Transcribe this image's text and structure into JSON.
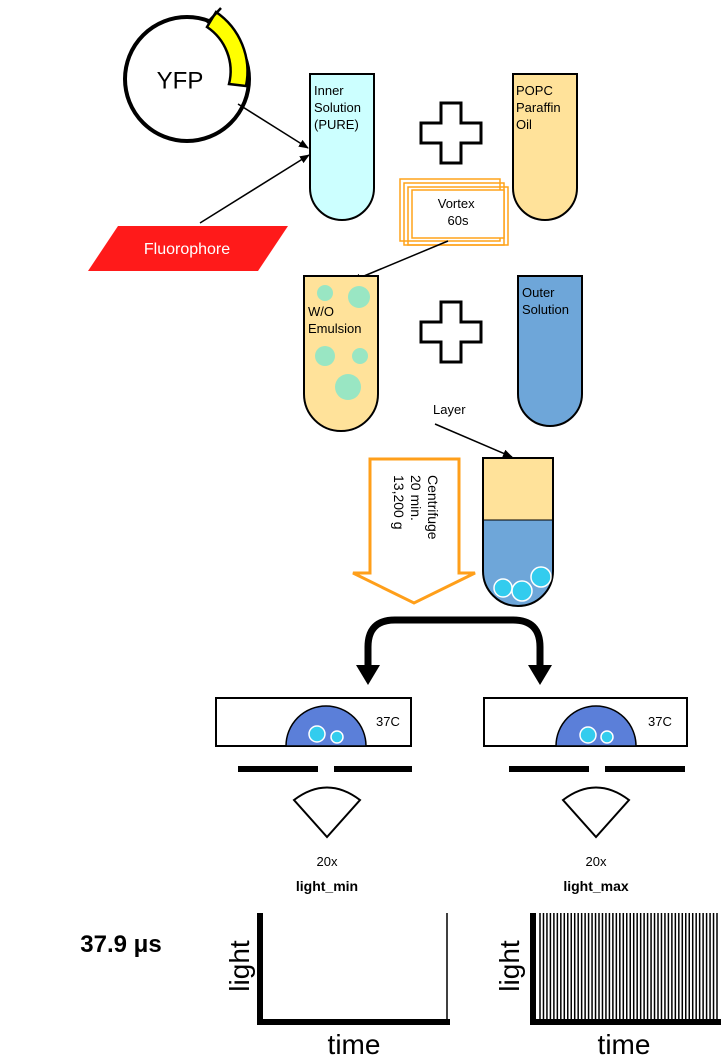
{
  "plasmid": {
    "label": "YFP",
    "insert_color": "#ffff00"
  },
  "fluorophore": {
    "label": "Fluorophore",
    "color": "#ff1a1a"
  },
  "tubes": {
    "inner": {
      "lines": [
        "Inner",
        "Solution",
        "(PURE)"
      ],
      "color": "#ccffff"
    },
    "oil": {
      "lines": [
        "POPC",
        "Paraffin",
        "Oil"
      ],
      "color": "#ffe29a"
    },
    "emulsion": {
      "lines": [
        "W/O",
        "Emulsion"
      ],
      "color": "#ffe29a",
      "droplet_color": "#99e6c3"
    },
    "outer": {
      "lines": [
        "Outer",
        "Solution"
      ],
      "color": "#6ea6d9"
    },
    "layered": {
      "top_color": "#ffe29a",
      "bottom_color": "#6ea6d9",
      "droplet_color": "#33ccee"
    }
  },
  "vortex": {
    "lines": [
      "Vortex",
      "60s"
    ],
    "color": "#ffa31a"
  },
  "layer_label": "Layer",
  "centrifuge": {
    "lines": [
      "Centrifuge",
      "20 min.",
      "13,200 g"
    ],
    "color": "#ff9f1a"
  },
  "scopes": [
    {
      "temp": "37C",
      "magnification": "20x",
      "name": "light_min"
    },
    {
      "temp": "37C",
      "magnification": "20x",
      "name": "light_max"
    }
  ],
  "timing": "37.9 μs",
  "plots": {
    "ylabel": "light",
    "xlabel": "time",
    "light_min_pulses": 1,
    "light_max_pulses": 52
  }
}
